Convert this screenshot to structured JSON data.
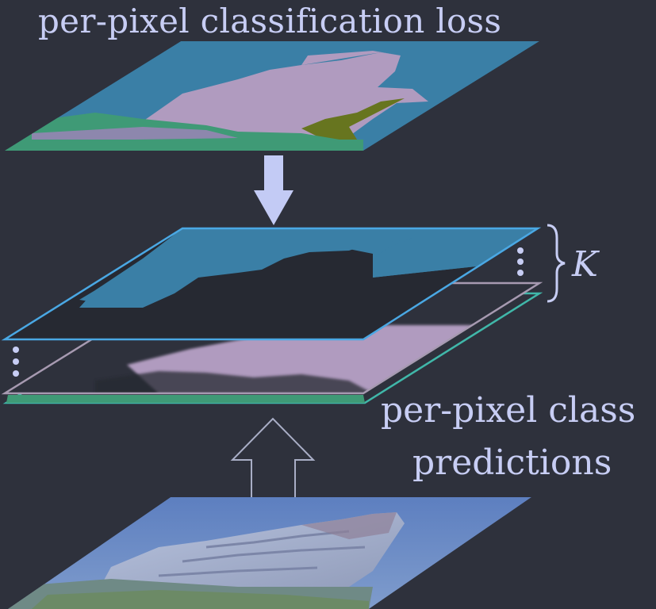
{
  "labels": {
    "top_title": "per-pixel classification loss",
    "predictions_line1": "per-pixel class",
    "predictions_line2": "predictions",
    "k": "K"
  },
  "colors": {
    "background": "#2e313c",
    "label_text": "#c7cdf4",
    "arrow_fill": "#c3cbf5",
    "mask_blue": "#3a7fa6",
    "mask_pink": "#b09bbf",
    "mask_green": "#3f9a76",
    "mask_olive": "#67751f",
    "plane_outline_blue": "#4aa8e4",
    "plane_outline_gray": "#a79ab1",
    "plane_outline_teal": "#40b7a9"
  }
}
